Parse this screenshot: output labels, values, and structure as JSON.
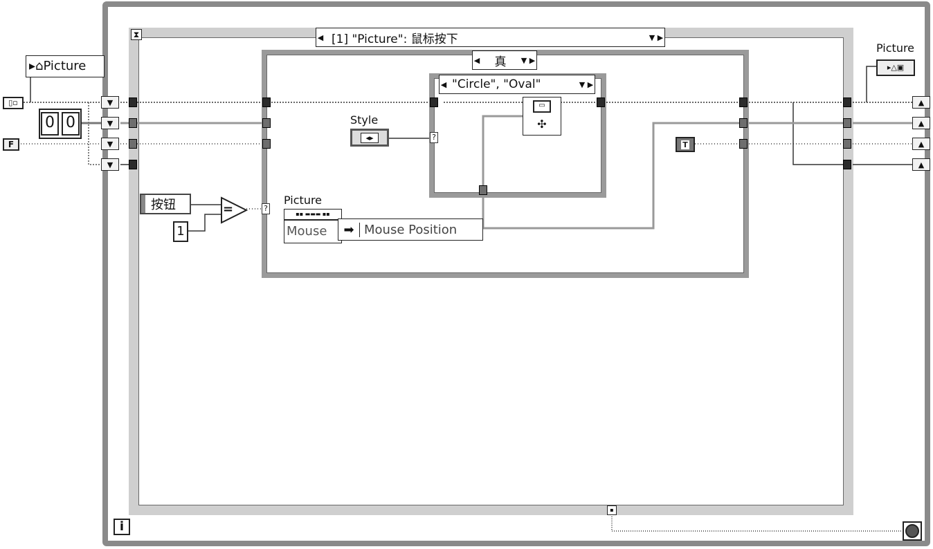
{
  "event_structure": {
    "selector_label": "[1] \"Picture\": 鼠标按下"
  },
  "case_structure_outer": {
    "selector_label": "真"
  },
  "case_structure_inner": {
    "selector_label": "\"Circle\", \"Oval\""
  },
  "property_node": {
    "label": "Picture"
  },
  "left_controls": {
    "zero_values": [
      "0",
      "0"
    ],
    "false_constant": "F"
  },
  "button_input": {
    "label": "按钮",
    "constant": "1",
    "compare_symbol": "="
  },
  "style_control": {
    "label": "Style",
    "glyph": "◂▸"
  },
  "picture_node": {
    "label": "Picture",
    "mouse_label": "Mouse",
    "mouse_position": "Mouse Position"
  },
  "true_constant": "T",
  "right_indicator": {
    "label": "Picture"
  },
  "loop_iteration": "i",
  "question_mark": "?",
  "colors": {
    "loop_frame": "#8a8a8a",
    "event_frame": "#cfcfcf",
    "case_frame": "#9a9a9a",
    "wire": "#555555"
  }
}
